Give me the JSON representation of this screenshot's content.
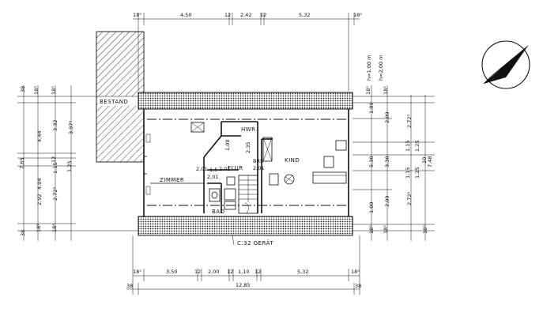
{
  "rooms": {
    "bestand": "BESTAND",
    "hwr": "HWR",
    "kind": "KIND",
    "zimmer": "ZIMMER",
    "flur": "FLUR",
    "bad": "BAD",
    "geraet": "C.32 GERÄT"
  },
  "dims_top": [
    "18⁵",
    "4,50",
    "12",
    "2,42",
    "12",
    "5,32",
    "18⁵"
  ],
  "dims_bottom_inner": [
    "18⁵",
    "3,50",
    "12",
    "2,00",
    "12",
    "1,10",
    "12",
    "5,32",
    "18⁵"
  ],
  "dims_bottom_total": [
    "38",
    "12,85",
    "38"
  ],
  "dims_left": [
    "38",
    "18⁵",
    "18⁵",
    "7,65",
    "4,44",
    "3,32",
    "3,97⁵",
    "12",
    "1,15",
    "1,25",
    "4,04",
    "2,92",
    "2,72⁵",
    "18⁵",
    "18⁵",
    "38"
  ],
  "dims_right": [
    "18⁵",
    "18⁵",
    "1,09",
    "2,09",
    "2,72⁵",
    "5,30",
    "3,30",
    "1,15",
    "1,25",
    "10",
    "1,15",
    "1,25",
    "7,48",
    "1,09",
    "2,09",
    "2,72⁵",
    "18⁵",
    "18⁵",
    "18⁵"
  ],
  "heights": [
    "h=1,00 m",
    "h=2,00 m"
  ],
  "small_dims": {
    "d1": "1,00",
    "d2": "2,35",
    "d3": "2,01",
    "d4": "2,01",
    "d5": "2,01",
    "d6": "1,5",
    "d7": "BRS",
    "d8": "2,01"
  }
}
